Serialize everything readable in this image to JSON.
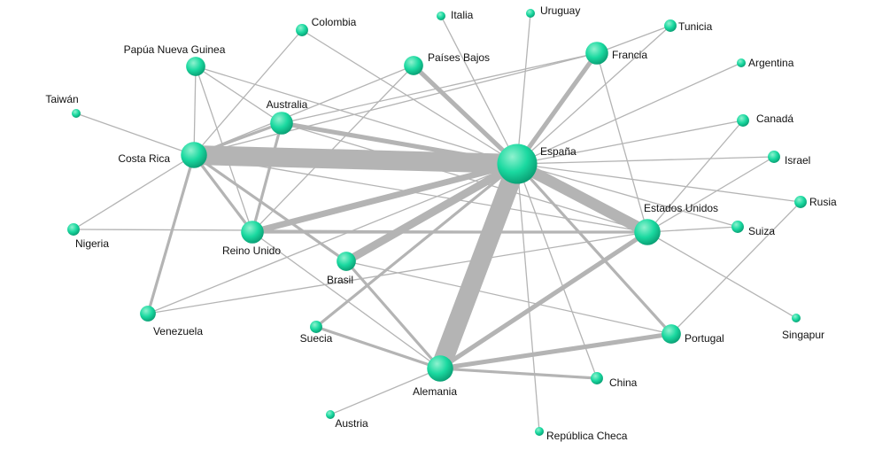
{
  "diagram": {
    "type": "network",
    "colors": {
      "node": "#1ad9a0",
      "node_highlight": "#8ff2cf",
      "node_shadow": "#0a9f74",
      "edge": "#b4b4b4",
      "label": "#111111"
    },
    "nodes": [
      {
        "id": "espana",
        "label": "España",
        "weight": 10
      },
      {
        "id": "alemania",
        "label": "Alemania",
        "weight": 6
      },
      {
        "id": "costa_rica",
        "label": "Costa Rica",
        "weight": 6
      },
      {
        "id": "estados_unidos",
        "label": "Estados Unidos",
        "weight": 6
      },
      {
        "id": "reino_unido",
        "label": "Reino Unido",
        "weight": 5
      },
      {
        "id": "australia",
        "label": "Australia",
        "weight": 5
      },
      {
        "id": "francia",
        "label": "Francia",
        "weight": 5
      },
      {
        "id": "paises_bajos",
        "label": "Países Bajos",
        "weight": 4
      },
      {
        "id": "brasil",
        "label": "Brasil",
        "weight": 4
      },
      {
        "id": "papua",
        "label": "Papúa Nueva Guinea",
        "weight": 4
      },
      {
        "id": "portugal",
        "label": "Portugal",
        "weight": 4
      },
      {
        "id": "venezuela",
        "label": "Venezuela",
        "weight": 3
      },
      {
        "id": "colombia",
        "label": "Colombia",
        "weight": 2
      },
      {
        "id": "nigeria",
        "label": "Nigeria",
        "weight": 2
      },
      {
        "id": "suecia",
        "label": "Suecia",
        "weight": 2
      },
      {
        "id": "china",
        "label": "China",
        "weight": 2
      },
      {
        "id": "canada",
        "label": "Canadá",
        "weight": 2
      },
      {
        "id": "israel",
        "label": "Israel",
        "weight": 2
      },
      {
        "id": "suiza",
        "label": "Suiza",
        "weight": 2
      },
      {
        "id": "rusia",
        "label": "Rusia",
        "weight": 2
      },
      {
        "id": "tunicia",
        "label": "Tunicia",
        "weight": 2
      },
      {
        "id": "argentina",
        "label": "Argentina",
        "weight": 1
      },
      {
        "id": "italia",
        "label": "Italia",
        "weight": 1
      },
      {
        "id": "uruguay",
        "label": "Uruguay",
        "weight": 1
      },
      {
        "id": "taiwan",
        "label": "Taiwán",
        "weight": 1
      },
      {
        "id": "singapur",
        "label": "Singapur",
        "weight": 1
      },
      {
        "id": "austria",
        "label": "Austria",
        "weight": 1
      },
      {
        "id": "republica_checa",
        "label": "República Checa",
        "weight": 1
      }
    ],
    "edges": [
      {
        "source": "costa_rica",
        "target": "espana",
        "weight": 10
      },
      {
        "source": "espana",
        "target": "alemania",
        "weight": 10
      },
      {
        "source": "espana",
        "target": "estados_unidos",
        "weight": 7
      },
      {
        "source": "espana",
        "target": "brasil",
        "weight": 5
      },
      {
        "source": "espana",
        "target": "reino_unido",
        "weight": 4
      },
      {
        "source": "espana",
        "target": "francia",
        "weight": 3
      },
      {
        "source": "espana",
        "target": "paises_bajos",
        "weight": 3
      },
      {
        "source": "espana",
        "target": "australia",
        "weight": 3
      },
      {
        "source": "alemania",
        "target": "estados_unidos",
        "weight": 3
      },
      {
        "source": "alemania",
        "target": "portugal",
        "weight": 3
      },
      {
        "source": "espana",
        "target": "portugal",
        "weight": 2
      },
      {
        "source": "costa_rica",
        "target": "reino_unido",
        "weight": 2
      },
      {
        "source": "costa_rica",
        "target": "venezuela",
        "weight": 2
      },
      {
        "source": "costa_rica",
        "target": "australia",
        "weight": 2
      },
      {
        "source": "costa_rica",
        "target": "brasil",
        "weight": 2
      },
      {
        "source": "espana",
        "target": "suecia",
        "weight": 2
      },
      {
        "source": "alemania",
        "target": "suecia",
        "weight": 2
      },
      {
        "source": "alemania",
        "target": "china",
        "weight": 2
      },
      {
        "source": "alemania",
        "target": "brasil",
        "weight": 2
      },
      {
        "source": "reino_unido",
        "target": "australia",
        "weight": 2
      },
      {
        "source": "reino_unido",
        "target": "estados_unidos",
        "weight": 2
      },
      {
        "source": "espana",
        "target": "china",
        "weight": 1
      },
      {
        "source": "francia",
        "target": "estados_unidos",
        "weight": 1
      },
      {
        "source": "australia",
        "target": "estados_unidos",
        "weight": 1
      },
      {
        "source": "costa_rica",
        "target": "estados_unidos",
        "weight": 1
      },
      {
        "source": "costa_rica",
        "target": "papua",
        "weight": 1
      },
      {
        "source": "papua",
        "target": "espana",
        "weight": 1
      },
      {
        "source": "papua",
        "target": "australia",
        "weight": 1
      },
      {
        "source": "papua",
        "target": "reino_unido",
        "weight": 1
      },
      {
        "source": "colombia",
        "target": "costa_rica",
        "weight": 1
      },
      {
        "source": "colombia",
        "target": "espana",
        "weight": 1
      },
      {
        "source": "paises_bajos",
        "target": "costa_rica",
        "weight": 1
      },
      {
        "source": "paises_bajos",
        "target": "reino_unido",
        "weight": 1
      },
      {
        "source": "espana",
        "target": "italia",
        "weight": 1
      },
      {
        "source": "espana",
        "target": "uruguay",
        "weight": 1
      },
      {
        "source": "espana",
        "target": "tunicia",
        "weight": 1
      },
      {
        "source": "espana",
        "target": "argentina",
        "weight": 1
      },
      {
        "source": "espana",
        "target": "canada",
        "weight": 1
      },
      {
        "source": "espana",
        "target": "israel",
        "weight": 1
      },
      {
        "source": "espana",
        "target": "rusia",
        "weight": 1
      },
      {
        "source": "espana",
        "target": "suiza",
        "weight": 1
      },
      {
        "source": "espana",
        "target": "venezuela",
        "weight": 1
      },
      {
        "source": "espana",
        "target": "republica_checa",
        "weight": 1
      },
      {
        "source": "estados_unidos",
        "target": "canada",
        "weight": 1
      },
      {
        "source": "estados_unidos",
        "target": "israel",
        "weight": 1
      },
      {
        "source": "estados_unidos",
        "target": "suiza",
        "weight": 1
      },
      {
        "source": "estados_unidos",
        "target": "singapur",
        "weight": 1
      },
      {
        "source": "estados_unidos",
        "target": "venezuela",
        "weight": 1
      },
      {
        "source": "francia",
        "target": "tunicia",
        "weight": 1
      },
      {
        "source": "francia",
        "target": "australia",
        "weight": 1
      },
      {
        "source": "francia",
        "target": "costa_rica",
        "weight": 1
      },
      {
        "source": "taiwan",
        "target": "costa_rica",
        "weight": 1
      },
      {
        "source": "nigeria",
        "target": "costa_rica",
        "weight": 1
      },
      {
        "source": "nigeria",
        "target": "estados_unidos",
        "weight": 1
      },
      {
        "source": "brasil",
        "target": "portugal",
        "weight": 1
      },
      {
        "source": "reino_unido",
        "target": "alemania",
        "weight": 1
      },
      {
        "source": "alemania",
        "target": "austria",
        "weight": 1
      },
      {
        "source": "portugal",
        "target": "rusia",
        "weight": 1
      }
    ]
  }
}
